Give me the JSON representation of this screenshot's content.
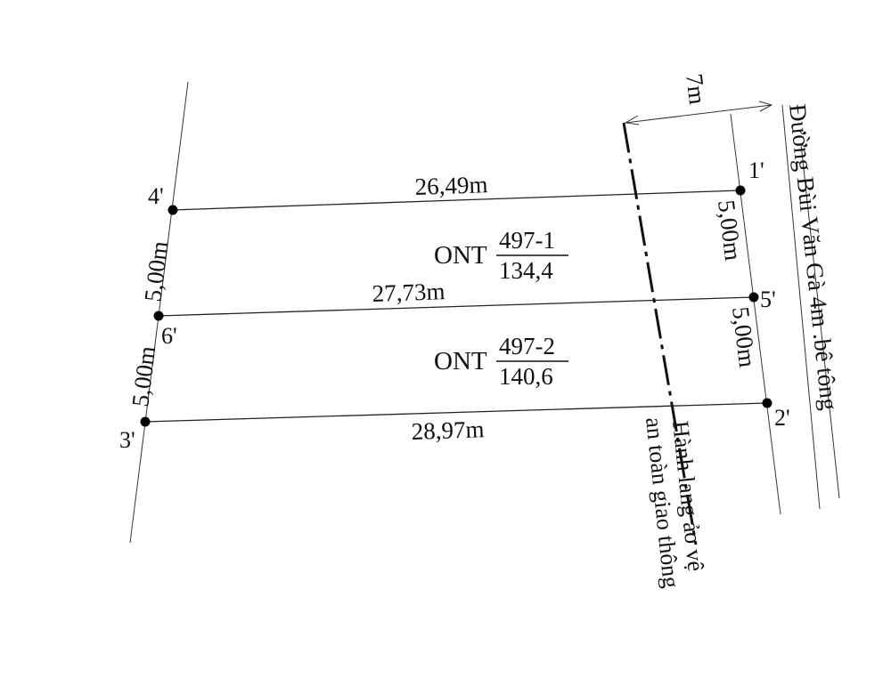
{
  "points": {
    "p1": "1'",
    "p2": "2'",
    "p3": "3'",
    "p4": "4'",
    "p5": "5'",
    "p6": "6'"
  },
  "lengths": {
    "top": "26,49m",
    "middle": "27,73m",
    "bottom": "28,97m",
    "left_upper": "5,00m",
    "left_lower": "5,00m",
    "right_upper": "5,00m",
    "right_lower": "5,00m",
    "corridor_width": "7m"
  },
  "parcels": [
    {
      "land_type": "ONT",
      "number": "497-1",
      "area": "134,4"
    },
    {
      "land_type": "ONT",
      "number": "497-2",
      "area": "140,6"
    }
  ],
  "road_label": "Đường Bùi Văn Gà 4m .bê tông",
  "corridor_label_line1": "Hành lang ảo vệ",
  "corridor_label_line2": "an toàn giao thông"
}
